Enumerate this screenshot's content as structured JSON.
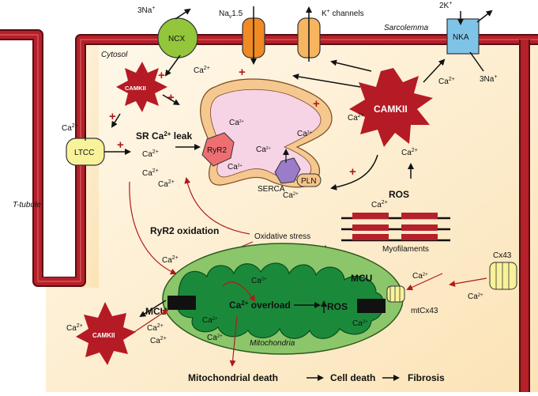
{
  "labels": {
    "sarcolemma": "Sarcolemma",
    "cytosol": "Cytosol",
    "ttubule": "T-tubule",
    "ncx": "NCX",
    "nka": "NKA",
    "ltcc": "LTCC",
    "nav15": "Nav1.5",
    "kchannels": "K+ channels",
    "na3_top": "3Na+",
    "k2": "2K+",
    "na3_nka": "3Na+",
    "camkii": "CAMKII",
    "sr_leak": "SR Ca2+ leak",
    "ryr2": "RyR2",
    "serca": "SERCA",
    "pln": "PLN",
    "ros": "ROS",
    "ryr2_oxidation": "RyR2 oxidation",
    "oxidative_stress": "Oxidative stress",
    "myofilaments": "Myofilaments",
    "mcu": "MCU",
    "ca_overload": "Ca2+ overload",
    "mitochondria": "Mitochondria",
    "cx43": "Cx43",
    "mtcx43": "mtCx43",
    "mito_death": "Mitochondrial death",
    "cell_death": "Cell death",
    "fibrosis": "Fibrosis",
    "ca": "Ca2+",
    "plus": "+"
  },
  "colors": {
    "membrane": "#b5202a",
    "membrane_dark": "#5a0d12",
    "cytosol": "#fcebc8",
    "sr_fill": "#f7d3e6",
    "sr_border": "#f5c890",
    "ncx": "#93c63a",
    "nka": "#7fc4e6",
    "ltcc": "#f8f29a",
    "nav": "#f08a25",
    "kch": "#f6b55e",
    "camkii": "#b51b24",
    "mito_outer": "#8cc66b",
    "mito_inner": "#1a8a3a",
    "ryr2": "#ee6f72",
    "serca": "#9a7cc9",
    "pln": "#f7c58b",
    "arrow_red": "#b01a1a",
    "myofil": "#b5202a"
  }
}
